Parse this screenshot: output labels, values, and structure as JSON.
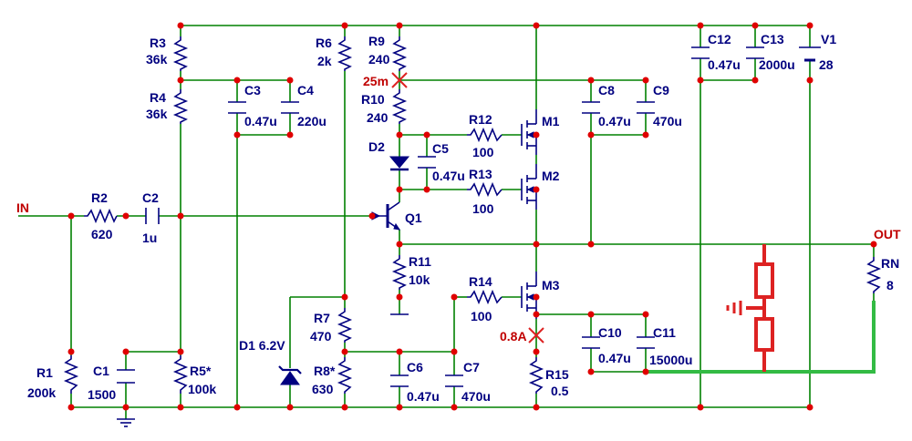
{
  "ports": {
    "in": "IN",
    "out": "OUT"
  },
  "components": [
    {
      "ref": "R1",
      "value": "200k"
    },
    {
      "ref": "R2",
      "value": "620"
    },
    {
      "ref": "R3",
      "value": "36k"
    },
    {
      "ref": "R4",
      "value": "36k"
    },
    {
      "ref": "R5*",
      "value": "100k"
    },
    {
      "ref": "R6",
      "value": "2k"
    },
    {
      "ref": "R7",
      "value": "470"
    },
    {
      "ref": "R8*",
      "value": "630"
    },
    {
      "ref": "R9",
      "value": "240"
    },
    {
      "ref": "R10",
      "value": "240"
    },
    {
      "ref": "R11",
      "value": "10k"
    },
    {
      "ref": "R12",
      "value": "100"
    },
    {
      "ref": "R13",
      "value": "100"
    },
    {
      "ref": "R14",
      "value": "100"
    },
    {
      "ref": "R15",
      "value": "0.5"
    },
    {
      "ref": "RN",
      "value": "8"
    },
    {
      "ref": "C1",
      "value": "1500"
    },
    {
      "ref": "C2",
      "value": "1u"
    },
    {
      "ref": "C3",
      "value": "0.47u"
    },
    {
      "ref": "C4",
      "value": "220u"
    },
    {
      "ref": "C5",
      "value": "0.47u"
    },
    {
      "ref": "C6",
      "value": "0.47u"
    },
    {
      "ref": "C7",
      "value": "470u"
    },
    {
      "ref": "C8",
      "value": "0.47u"
    },
    {
      "ref": "C9",
      "value": "470u"
    },
    {
      "ref": "C10",
      "value": "0.47u"
    },
    {
      "ref": "C11",
      "value": "15000u"
    },
    {
      "ref": "C12",
      "value": "0.47u"
    },
    {
      "ref": "C13",
      "value": "2000u"
    },
    {
      "ref": "V1",
      "value": "28"
    },
    {
      "ref": "D1 6.2V",
      "value": ""
    },
    {
      "ref": "D2",
      "value": ""
    },
    {
      "ref": "Q1",
      "value": ""
    },
    {
      "ref": "M1",
      "value": ""
    },
    {
      "ref": "M2",
      "value": ""
    },
    {
      "ref": "M3",
      "value": ""
    }
  ],
  "probes": [
    {
      "label": "25m"
    },
    {
      "label": "0.8A"
    }
  ],
  "colors": {
    "wire": "#008000",
    "component": "#000080",
    "node": "#e00000",
    "probe": "#c00000",
    "speaker": "#dd2222",
    "highlight_wire": "#33bb44"
  }
}
